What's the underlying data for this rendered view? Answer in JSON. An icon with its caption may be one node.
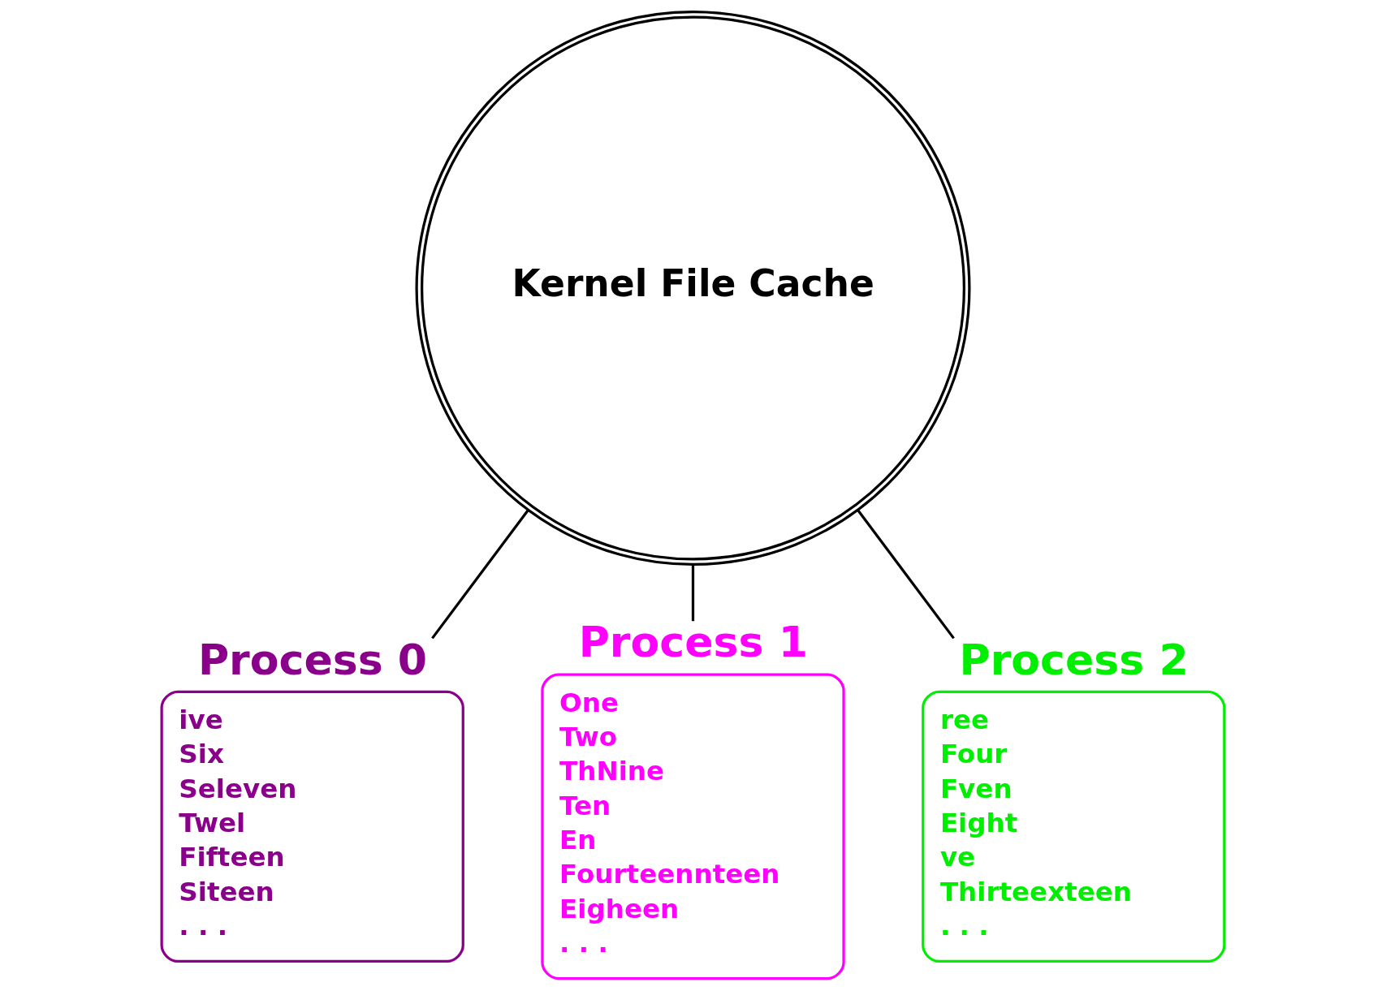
{
  "diagram": {
    "nodes": [
      {
        "text": [
          "Kernel File Cache"
        ]
      },
      {
        "text": [
          "Process 0",
          "ive",
          "Six",
          "Seleven",
          "Twel",
          "Fifteen",
          "Siteen",
          ". . ."
        ]
      },
      {
        "text": [
          "Process 1",
          "One",
          "Two",
          "ThNine",
          "Ten",
          "En",
          "Fourteennteen",
          "Eigheen",
          ". . ."
        ]
      },
      {
        "text": [
          "Process 2",
          "ree",
          "Four",
          "Fven",
          "Eight",
          "ve",
          "Thirteexteen",
          ". . ."
        ]
      }
    ],
    "edges": [
      {
        "from": 0,
        "to": 1,
        "arrow": "none"
      },
      {
        "from": 0,
        "to": 2,
        "arrow": "none"
      },
      {
        "from": 0,
        "to": 3,
        "arrow": "none"
      }
    ]
  }
}
